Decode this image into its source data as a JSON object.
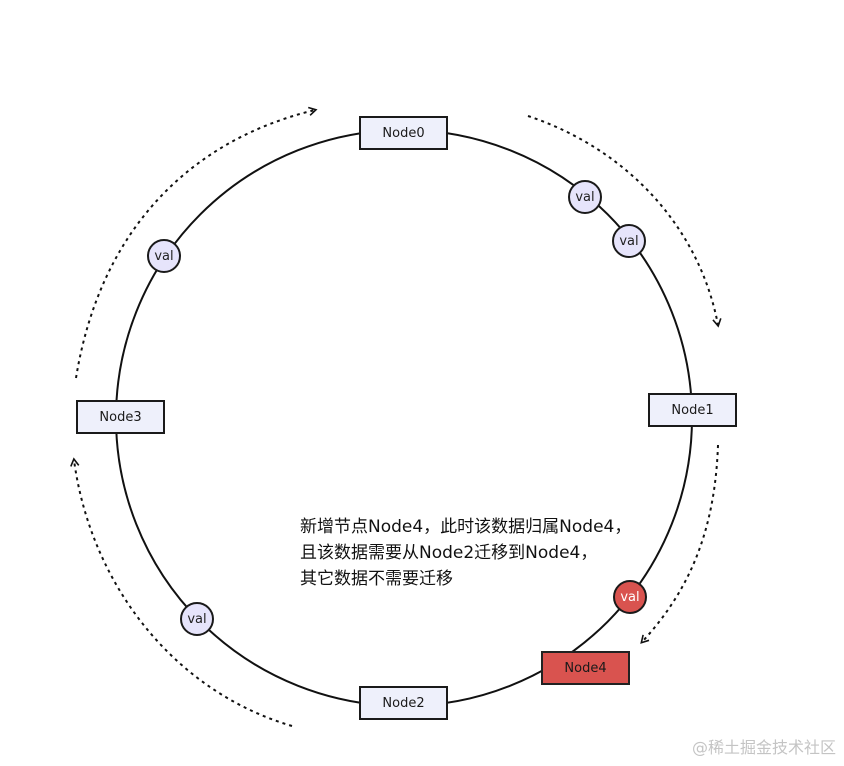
{
  "nodes": {
    "node0": "Node0",
    "node1": "Node1",
    "node2": "Node2",
    "node3": "Node3",
    "node4": "Node4"
  },
  "values": {
    "label": "val"
  },
  "note": {
    "line1": "新增节点Node4，此时该数据归属Node4，",
    "line2": "且该数据需要从Node2迁移到Node4，",
    "line3": "其它数据不需要迁移"
  },
  "watermark": "@稀土掘金技术社区",
  "colors": {
    "node_fill": "#eef0fb",
    "new_node_fill": "#d9534f",
    "val_fill": "#e6e4fb",
    "migrated_val_fill": "#d9534f",
    "stroke": "#1a1a1a"
  }
}
